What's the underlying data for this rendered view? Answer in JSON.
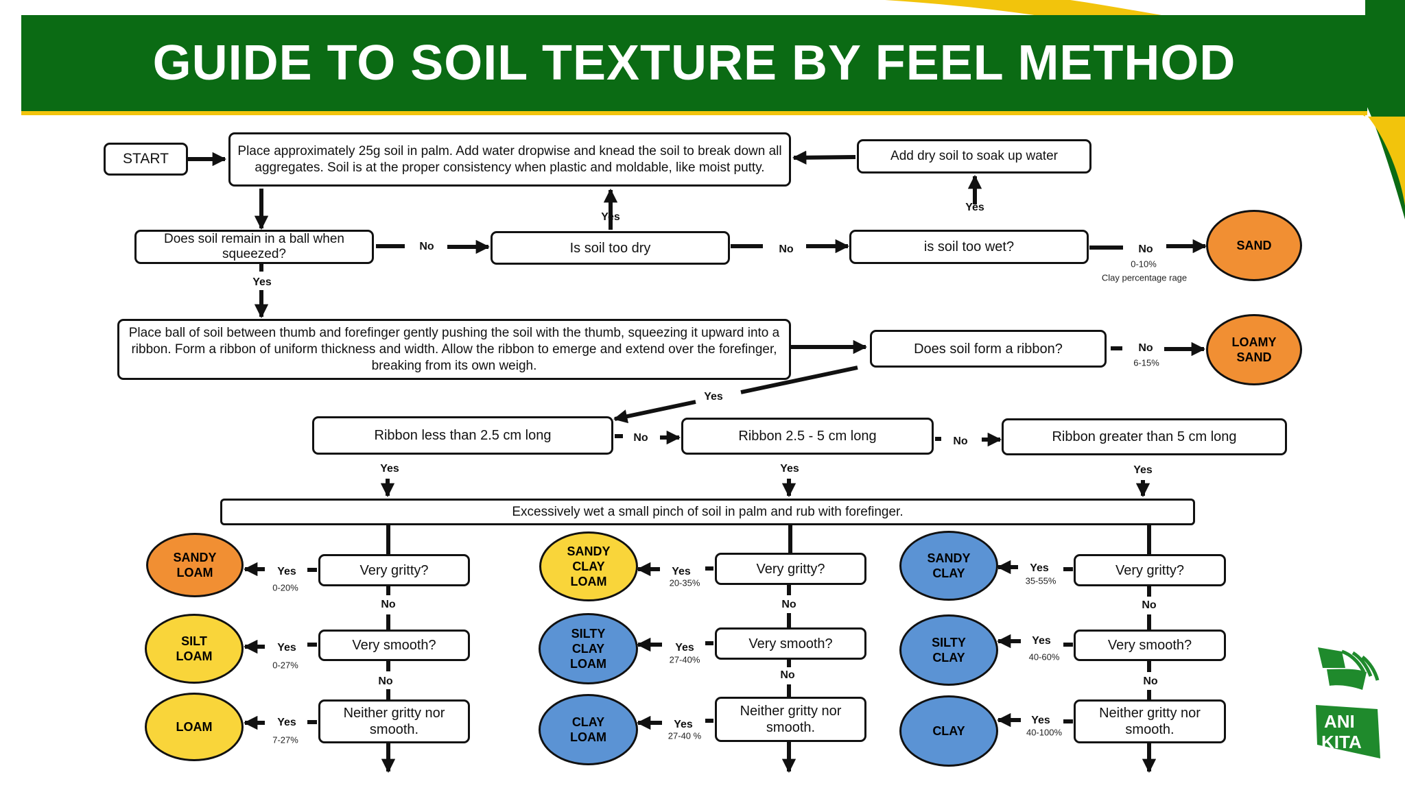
{
  "title": "GUIDE TO SOIL TEXTURE BY FEEL METHOD",
  "logo_text": [
    "ANI",
    "KITA"
  ],
  "colors": {
    "banner": "#0b6b14",
    "accent": "#f2c40c",
    "orange": "#f18f33",
    "yellow": "#f9d53a",
    "blue": "#5b93d4"
  },
  "boxes": {
    "start": "START",
    "place_soil": "Place approximately 25g soil in palm. Add water dropwise and knead the soil to break down all aggregates. Soil is at the proper consistency when plastic and moldable, like moist putty.",
    "add_dry_soil": "Add dry soil to soak up water",
    "ball_question": "Does soil remain in a ball when squeezed?",
    "too_dry": "Is soil too dry",
    "too_wet": "is soil too wet?",
    "place_ball": "Place ball of soil between thumb and forefinger gently pushing the soil with the thumb, squeezing it upward into a ribbon. Form a ribbon of uniform thickness and width. Allow the ribbon to emerge and extend over the forefinger, breaking from its own weigh.",
    "ribbon_question": "Does soil form a ribbon?",
    "ribbon_short": "Ribbon less than  2.5 cm long",
    "ribbon_mid": "Ribbon 2.5 - 5 cm long",
    "ribbon_long": "Ribbon greater than 5 cm long",
    "wet_pinch": "Excessively wet a small pinch of soil in palm and rub with forefinger.",
    "very_gritty": "Very gritty?",
    "very_smooth": "Very smooth?",
    "neither": "Neither gritty nor smooth."
  },
  "labels": {
    "yes": "Yes",
    "no": "No"
  },
  "results": {
    "sand": {
      "name": "SAND",
      "range": "0-10%",
      "note": "Clay percentage rage"
    },
    "loamy_sand": {
      "name": "LOAMY\nSAND",
      "range": "6-15%"
    },
    "sandy_loam": {
      "name": "SANDY\nLOAM",
      "range": "0-20%"
    },
    "silt_loam": {
      "name": "SILT\nLOAM",
      "range": "0-27%"
    },
    "loam": {
      "name": "LOAM",
      "range": "7-27%"
    },
    "sandy_clay_loam": {
      "name": "SANDY\nCLAY\nLOAM",
      "range": "20-35%"
    },
    "silty_clay_loam": {
      "name": "SILTY\nCLAY\nLOAM",
      "range": "27-40%"
    },
    "clay_loam": {
      "name": "CLAY\nLOAM",
      "range": "27-40 %"
    },
    "sandy_clay": {
      "name": "SANDY\nCLAY",
      "range": "35-55%"
    },
    "silty_clay": {
      "name": "SILTY\nCLAY",
      "range": "40-60%"
    },
    "clay": {
      "name": "CLAY",
      "range": "40-100%"
    }
  }
}
